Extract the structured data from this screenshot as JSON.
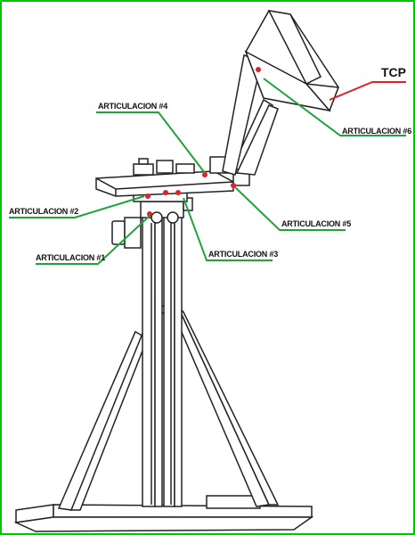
{
  "labels": {
    "j1": "ARTICULACION #1",
    "j2": "ARTICULACION #2",
    "j3": "ARTICULACION #3",
    "j4": "ARTICULACION #4",
    "j5": "ARTICULACION #5",
    "j6": "ARTICULACION #6",
    "tcp": "TCP"
  },
  "colors": {
    "border": "#00c800",
    "leader_green": "#1fa43a",
    "leader_red": "#e0202a",
    "joint_red": "#e0202a",
    "line": "#222222"
  }
}
